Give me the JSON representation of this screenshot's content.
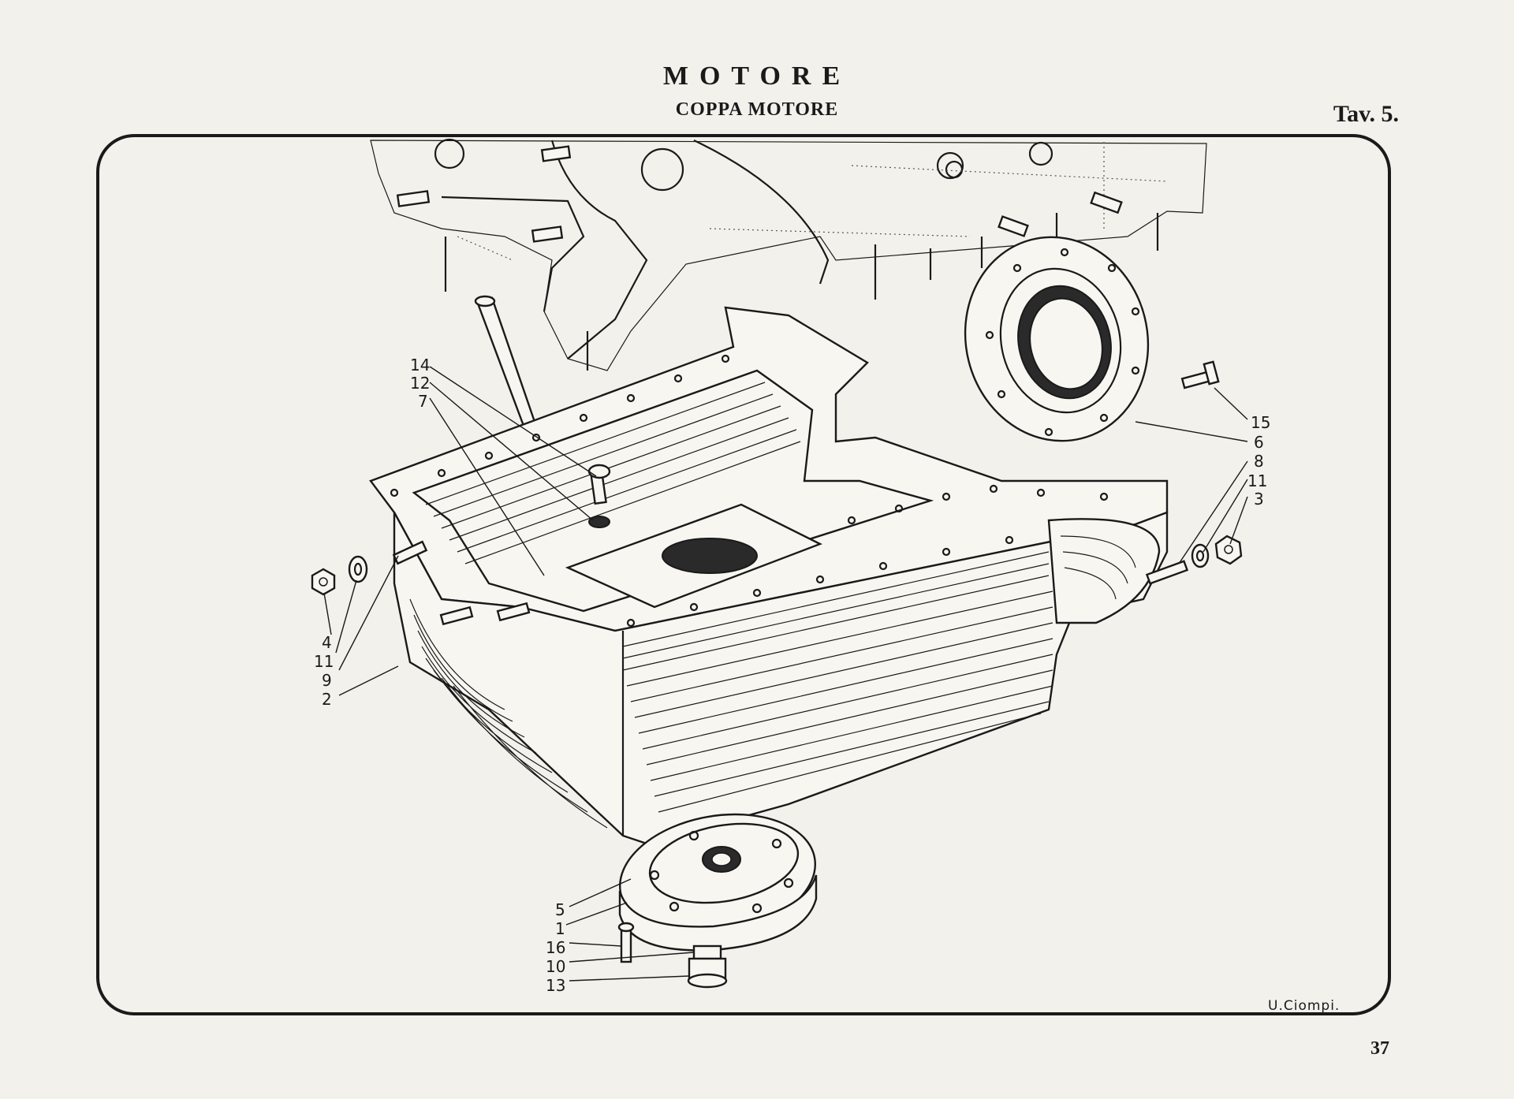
{
  "header": {
    "title": "MOTORE",
    "subtitle": "COPPA MOTORE",
    "plate": "Tav. 5."
  },
  "footer": {
    "page_number": "37"
  },
  "drawing": {
    "signature": "U.Ciompi.",
    "callouts": {
      "c14": "14",
      "c12": "12",
      "c7": "7",
      "c15": "15",
      "c6": "6",
      "c8": "8",
      "c11r": "11",
      "c3": "3",
      "c4": "4",
      "c11l": "11",
      "c9": "9",
      "c2": "2",
      "c5": "5",
      "c1": "1",
      "c16": "16",
      "c10": "10",
      "c13": "13"
    }
  }
}
